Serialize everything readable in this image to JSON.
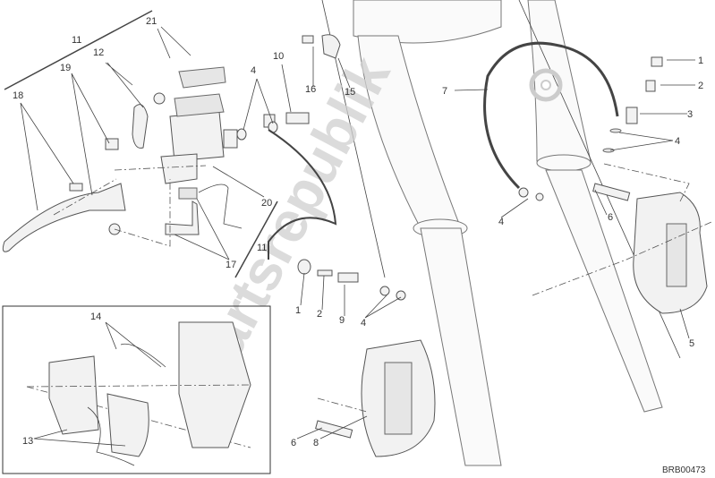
{
  "watermark": "Partsrepublik",
  "drawing_code": "BRB00473",
  "callouts": {
    "c11a": "11",
    "c21": "21",
    "c12": "12",
    "c19": "19",
    "c18": "18",
    "c4a": "4",
    "c10": "10",
    "c16": "16",
    "c15": "15",
    "c20": "20",
    "c11b": "11",
    "c17": "17",
    "c7": "7",
    "c1a": "1",
    "c2a": "2",
    "c3": "3",
    "c4b": "4",
    "c4c": "4",
    "c6a": "6",
    "c5": "5",
    "c1b": "1",
    "c2b": "2",
    "c9": "9",
    "c4d": "4",
    "c14": "14",
    "c13": "13",
    "c6b": "6",
    "c8": "8"
  }
}
